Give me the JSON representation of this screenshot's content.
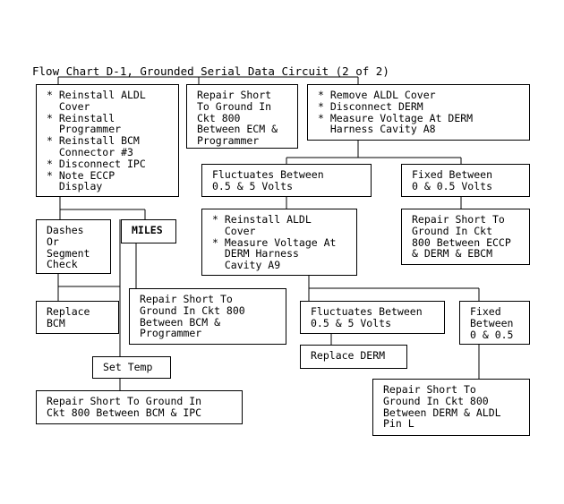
{
  "title": "Flow Chart D-1, Grounded Serial Data Circuit (2 of 2)",
  "boxes": {
    "reinstall_aldl": [
      "* Reinstall ALDL",
      "  Cover",
      "* Reinstall",
      "  Programmer",
      "* Reinstall BCM",
      "  Connector #3",
      "* Disconnect IPC",
      "* Note ECCP",
      "  Display"
    ],
    "repair_ecm_programmer": [
      "Repair Short",
      "To Ground In",
      "Ckt 800",
      "Between ECM &",
      "Programmer"
    ],
    "remove_aldl": [
      "* Remove ALDL Cover",
      "* Disconnect DERM",
      "* Measure Voltage At DERM",
      "  Harness Cavity A8"
    ],
    "fluctuates_1": [
      "Fluctuates Between",
      "0.5 & 5 Volts"
    ],
    "fixed_1": [
      "Fixed Between",
      "0 & 0.5 Volts"
    ],
    "dashes": [
      "Dashes",
      "Or",
      "Segment",
      "Check"
    ],
    "miles": [
      "MILES"
    ],
    "reinstall_measure": [
      "* Reinstall ALDL",
      "  Cover",
      "* Measure Voltage At",
      "  DERM Harness",
      "  Cavity A9"
    ],
    "repair_eccp_derm": [
      "Repair Short To",
      "Ground In Ckt",
      "800 Between ECCP",
      "& DERM & EBCM"
    ],
    "replace_bcm": [
      "Replace",
      "BCM"
    ],
    "repair_bcm_programmer": [
      "Repair Short To",
      "Ground In Ckt 800",
      "Between BCM &",
      "Programmer"
    ],
    "fluctuates_2": [
      "Fluctuates Between",
      "0.5 & 5 Volts"
    ],
    "fixed_2": [
      "Fixed",
      "Between",
      "0 & 0.5"
    ],
    "replace_derm": [
      "Replace DERM"
    ],
    "set_temp": [
      "Set Temp"
    ],
    "repair_bcm_ipc": [
      "Repair Short To Ground In",
      "Ckt 800 Between BCM & IPC"
    ],
    "repair_derm_aldl": [
      "Repair Short To",
      "Ground In Ckt 800",
      "Between DERM & ALDL",
      "Pin L"
    ]
  }
}
